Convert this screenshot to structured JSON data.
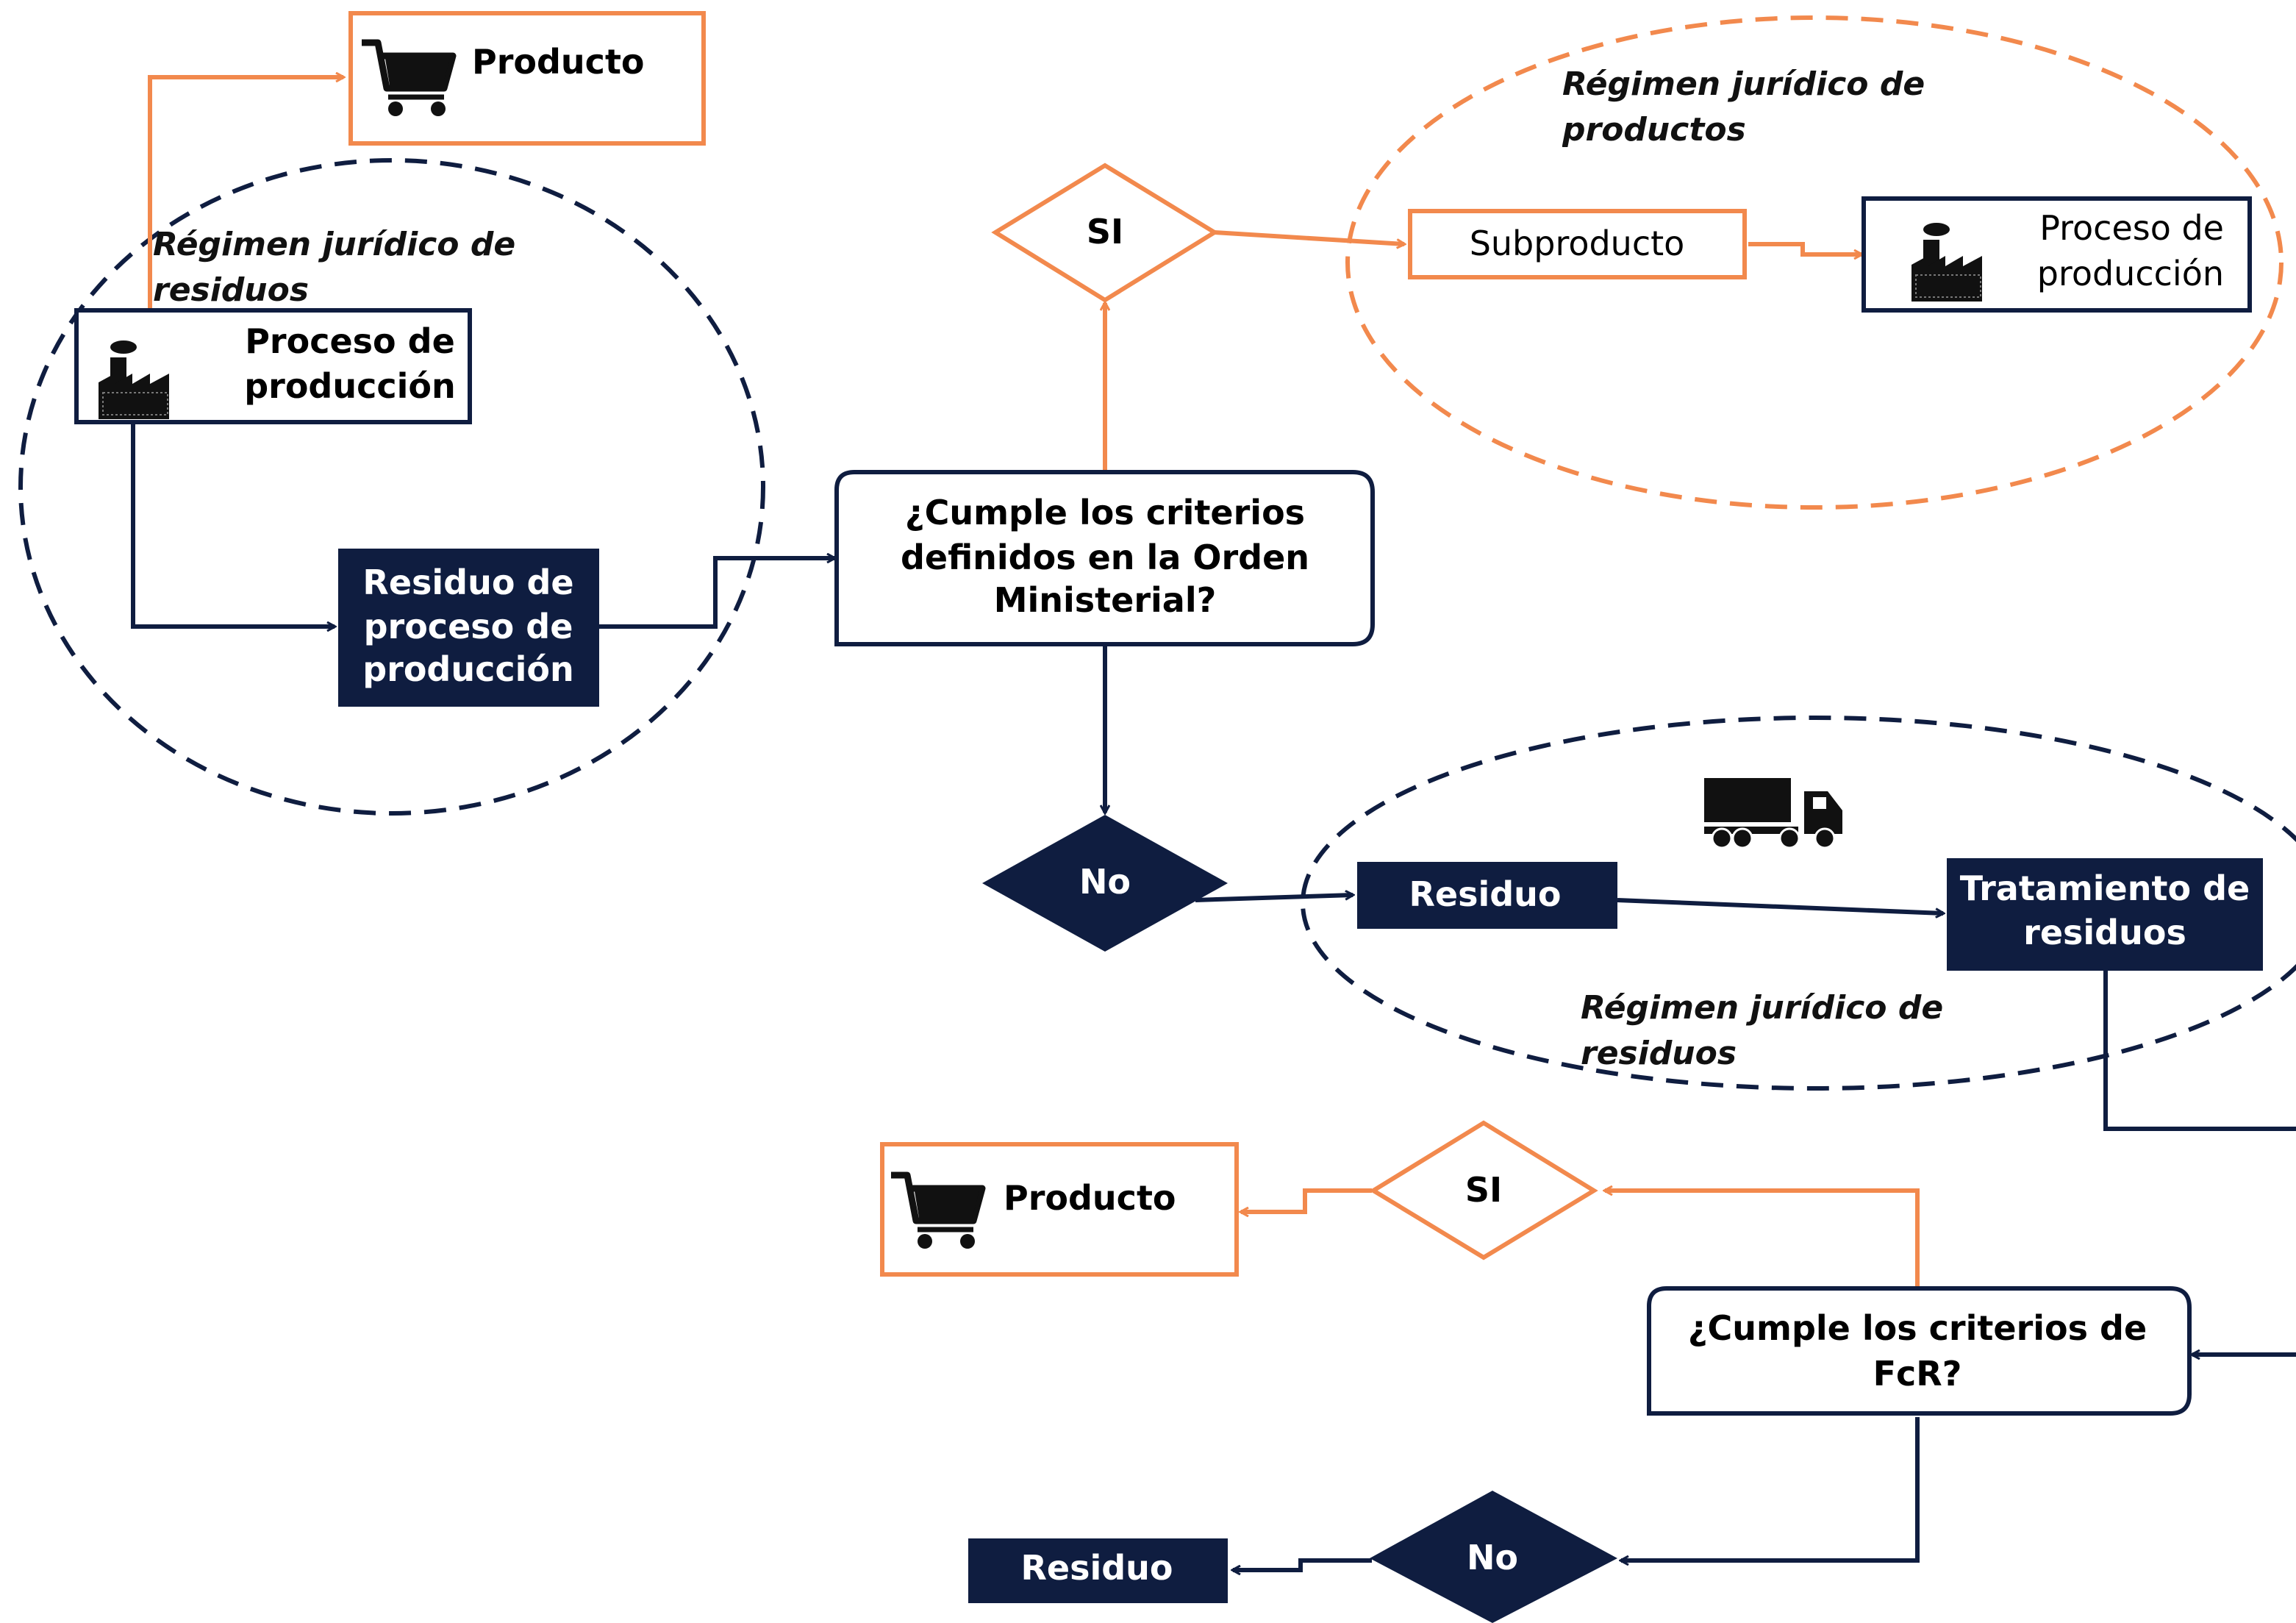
{
  "colors": {
    "navy": "#0f1d40",
    "orange": "#f2894d",
    "white": "#ffffff"
  },
  "regions": {
    "residuos_left": "Régimen jurídico de residuos",
    "productos_right": "Régimen jurídico de productos",
    "residuos_mid": "Régimen jurídico de residuos"
  },
  "nodes": {
    "producto_top": {
      "label": "Producto",
      "icon": "cart-icon"
    },
    "proceso_left": {
      "label_1": "Proceso de",
      "label_2": "producción",
      "icon": "factory-icon"
    },
    "residuo_proceso": {
      "label_1": "Residuo de",
      "label_2": "proceso de",
      "label_3": "producción"
    },
    "criterios_om": {
      "label_1": "¿Cumple los criterios",
      "label_2": "definidos en la Orden",
      "label_3": "Ministerial?"
    },
    "si_top": {
      "label": "SI"
    },
    "subproducto": {
      "label": "Subproducto"
    },
    "proceso_right": {
      "label_1": "Proceso de",
      "label_2": "producción",
      "icon": "factory-icon"
    },
    "no_mid": {
      "label": "No"
    },
    "residuo_mid": {
      "label": "Residuo"
    },
    "tratamiento": {
      "label_1": "Tratamiento de",
      "label_2": "residuos"
    },
    "truck": {
      "icon": "truck-icon"
    },
    "si_bottom": {
      "label": "SI"
    },
    "producto_bottom": {
      "label": "Producto",
      "icon": "cart-icon"
    },
    "criterios_fcr": {
      "label_1": "¿Cumple los criterios de",
      "label_2": "FcR?"
    },
    "no_bottom": {
      "label": "No"
    },
    "residuo_bottom": {
      "label": "Residuo"
    }
  }
}
